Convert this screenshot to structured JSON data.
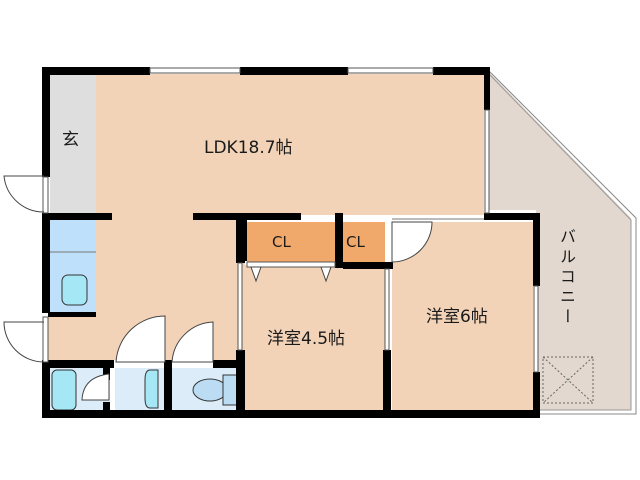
{
  "floor_plan": {
    "colors": {
      "room_floor": "#f3d3b8",
      "closet": "#f0a96b",
      "entrance": "#dedede",
      "wet_area": "#dcedf9",
      "kitchen": "#bfe0fb",
      "fixture": "#a6e7f5",
      "balcony": "#e2d8d0",
      "wall": "#000000"
    },
    "rooms": [
      {
        "id": "ldk",
        "label": "LDK18.7帖"
      },
      {
        "id": "entrance",
        "label": "玄"
      },
      {
        "id": "western-room-45",
        "label": "洋室4.5帖"
      },
      {
        "id": "western-room-6",
        "label": "洋室6帖"
      },
      {
        "id": "closet-1",
        "label": "CL"
      },
      {
        "id": "closet-2",
        "label": "CL"
      },
      {
        "id": "balcony",
        "label": "バルコニー"
      }
    ]
  }
}
